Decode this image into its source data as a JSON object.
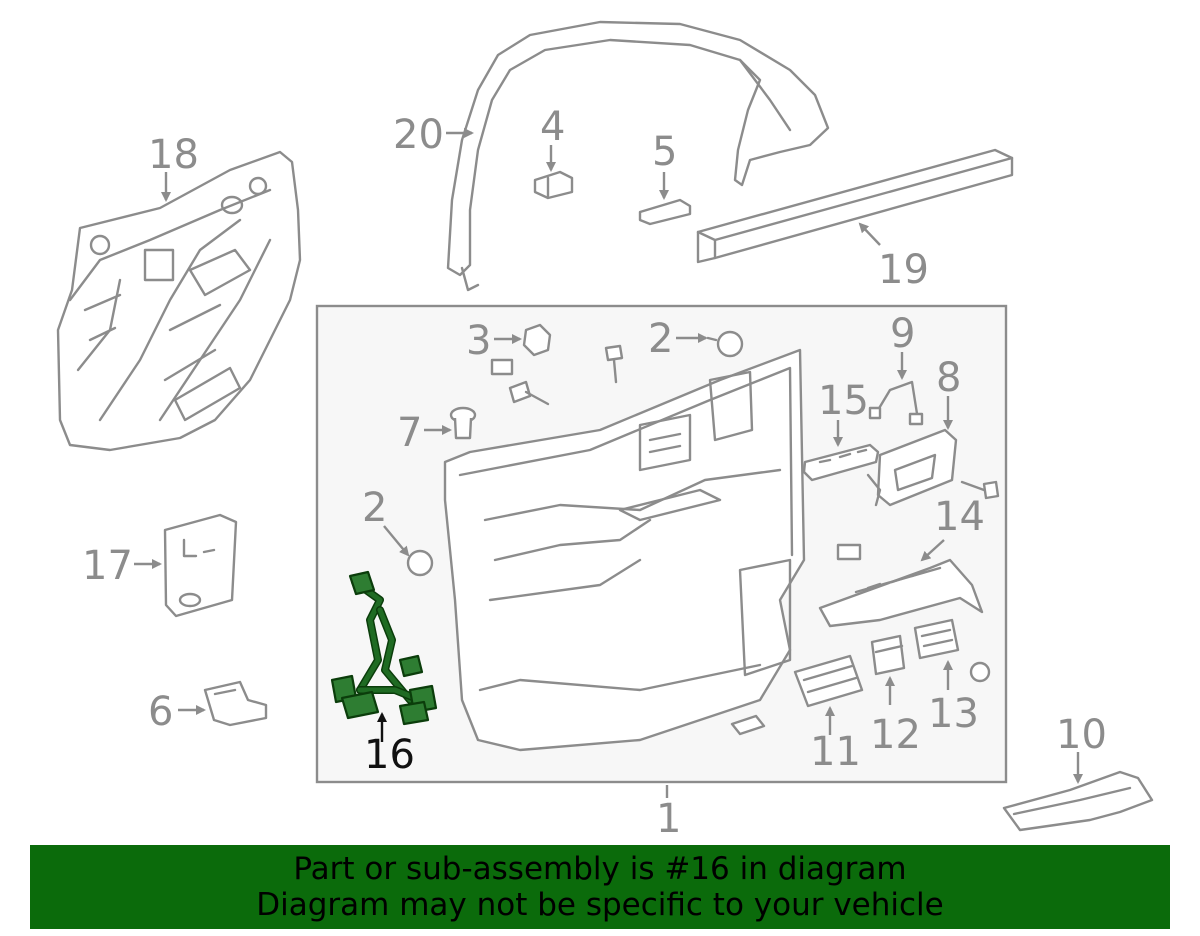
{
  "callouts": {
    "c1": "1",
    "c2a": "2",
    "c2b": "2",
    "c3": "3",
    "c4": "4",
    "c5": "5",
    "c6": "6",
    "c7": "7",
    "c8": "8",
    "c9": "9",
    "c10": "10",
    "c11": "11",
    "c12": "12",
    "c13": "13",
    "c14": "14",
    "c15": "15",
    "c16": "16",
    "c17": "17",
    "c18": "18",
    "c19": "19",
    "c20": "20"
  },
  "highlighted_part": "16",
  "banner": {
    "line1": "Part or sub-assembly is #16 in diagram",
    "line2": "Diagram may not be specific to your vehicle"
  },
  "colors": {
    "line_art": "#8c8c8c",
    "highlight": "#2e7d32",
    "banner_bg": "#0b6b0b",
    "panel_bg": "#f7f7f7"
  }
}
